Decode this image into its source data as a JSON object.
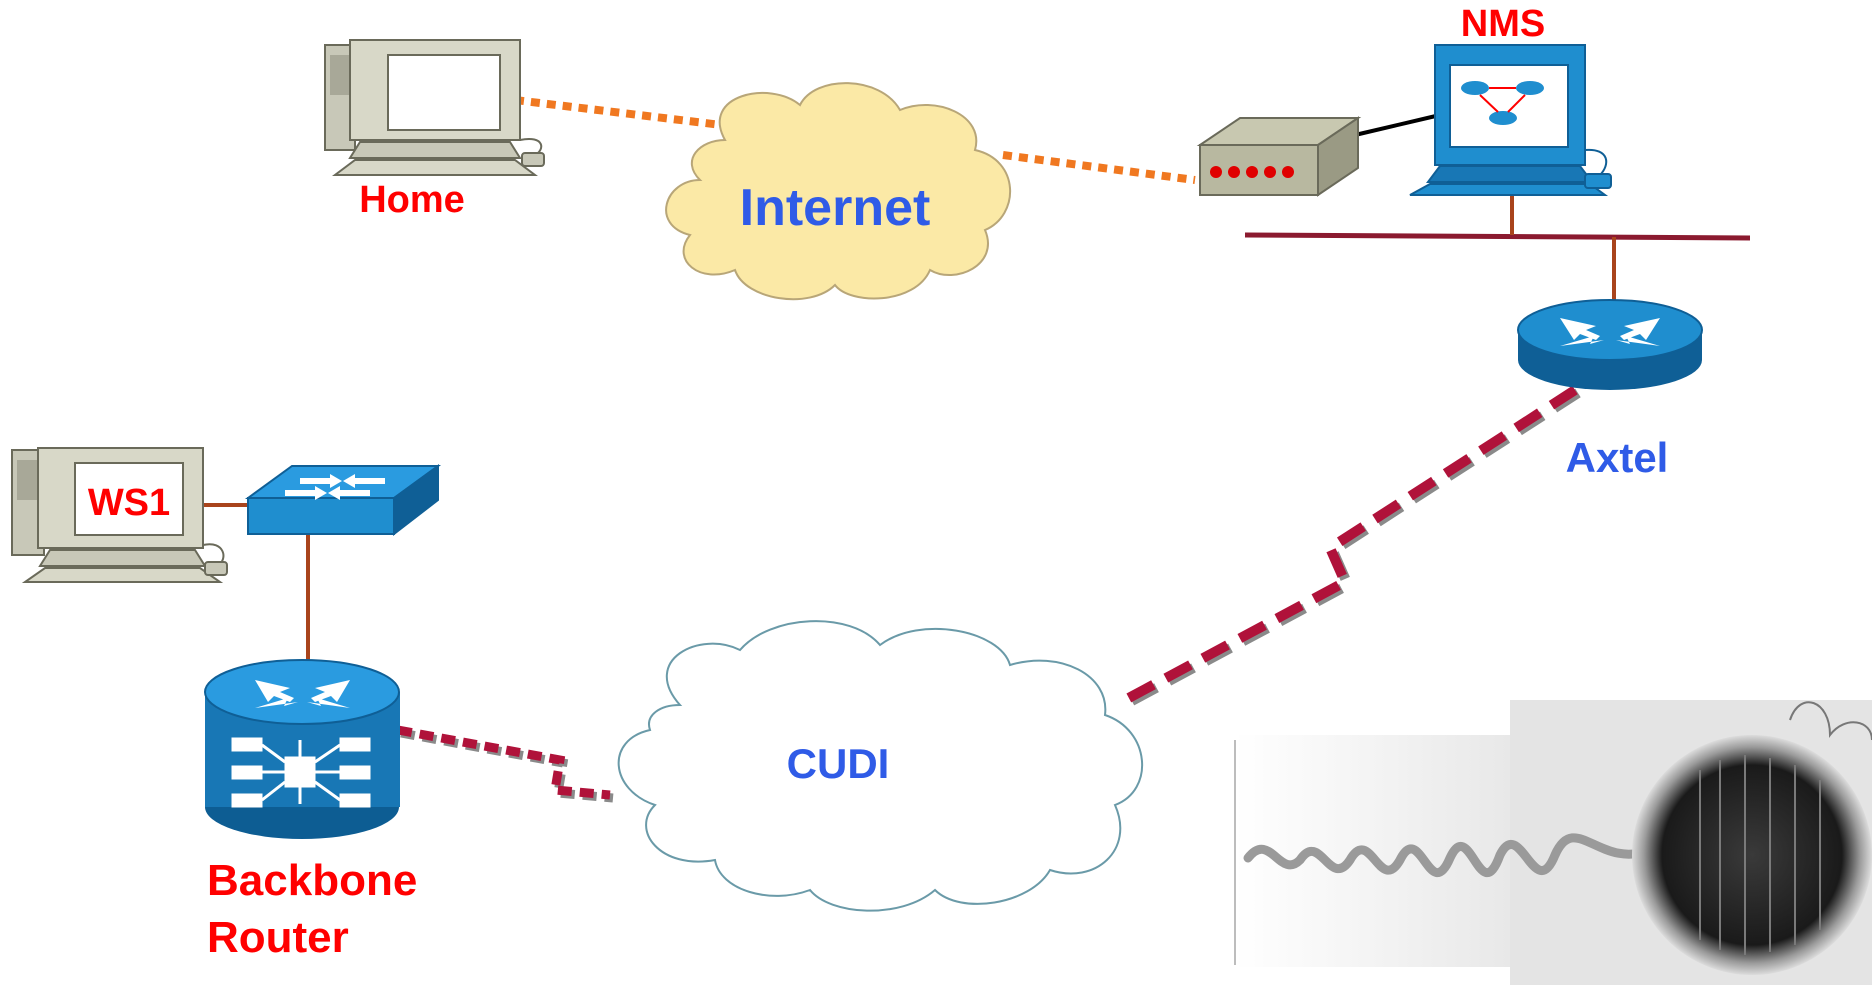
{
  "labels": {
    "home": "Home",
    "internet": "Internet",
    "nms": "NMS",
    "axtel": "Axtel",
    "ws1": "WS1",
    "cudi": "CUDI",
    "backbone_line1": "Backbone",
    "backbone_line2": "Router"
  },
  "colors": {
    "label_red": "#ff0000",
    "label_blue": "#2f5be7",
    "link_orange": "#f07820",
    "link_wan": "#b0123a",
    "link_lan": "#a9441c",
    "cisco_blue": "#1f8ecf",
    "cisco_dark": "#0f5f96",
    "cloud_internet": "#fbe9a6",
    "cloud_cudi": "#ffffff",
    "pc_beige": "#d8d8c8"
  },
  "icons": [
    "pc-home-icon",
    "pc-nms-icon",
    "modem-icon",
    "router-axtel-icon",
    "pc-ws1-icon",
    "switch-icon",
    "backbone-router-icon",
    "internet-cloud-icon",
    "cudi-cloud-icon",
    "decorative-graphic"
  ]
}
